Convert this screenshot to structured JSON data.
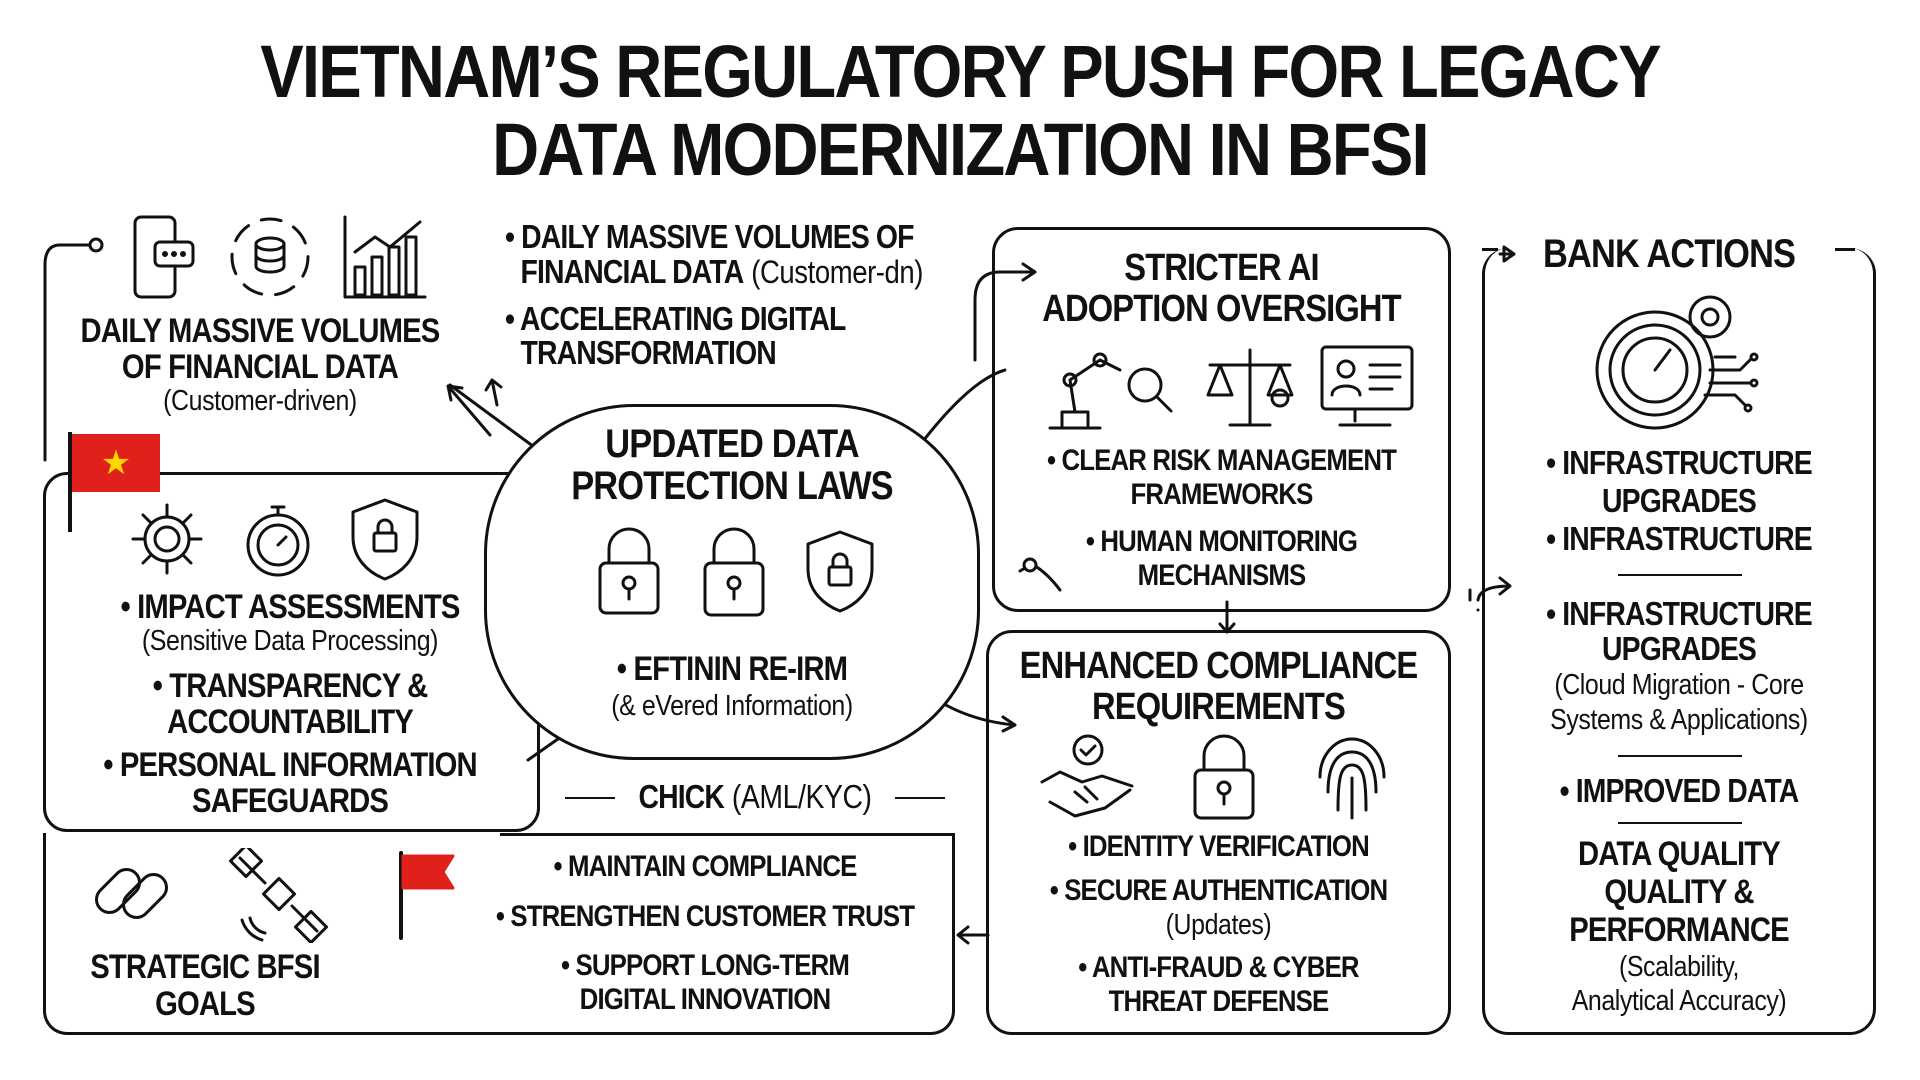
{
  "title": {
    "line1": "VIETNAM’S REGULATORY PUSH FOR LEGACY",
    "line2": "DATA MODERNIZATION IN BFSI"
  },
  "top_left": {
    "h1": "DAILY MASSIVE VOLUMES",
    "h2": "OF FINANCIAL DATA",
    "sub": "(Customer-driven)",
    "icons": [
      "smartphone-chat-icon",
      "database-cycle-icon",
      "bar-chart-icon"
    ]
  },
  "top_center": {
    "b1a": "• DAILY MASSIVE VOLUMES OF",
    "b1b": "FINANCIAL DATA",
    "b1c": "(Customer-dn)",
    "b2a": "• ACCELERATING DIGITAL",
    "b2b": "TRANSFORMATION"
  },
  "left_panel": {
    "icons": [
      "virus-icon",
      "stopwatch-icon",
      "shield-lock-icon"
    ],
    "b1": "• IMPACT ASSESSMENTS",
    "b1sub": "(Sensitive Data Processing)",
    "b2a": "• TRANSPARENCY &",
    "b2b": "ACCOUNTABILITY",
    "b3a": "• PERSONAL INFORMATION",
    "b3b": "SAFEGUARDS",
    "flag_color": "#e0201b",
    "star_color": "#ffd700"
  },
  "center": {
    "h1": "UPDATED DATA",
    "h2": "PROTECTION LAWS",
    "icons": [
      "padlock-icon",
      "padlock-icon",
      "shield-lock-icon"
    ],
    "b1": "• EFTININ RE-IRM",
    "b1sub": "(& eVered Information)",
    "chick": "CHICK",
    "chick_sub": "(AML/KYC)"
  },
  "ai": {
    "h1": "STRICTER AI",
    "h2": "ADOPTION OVERSIGHT",
    "icons": [
      "robot-arm-icon",
      "scales-icon",
      "monitor-profile-icon"
    ],
    "b1a": "• CLEAR RISK MANAGEMENT",
    "b1b": "FRAMEWORKS",
    "b2a": "• HUMAN MONITORING",
    "b2b": "MECHANISMS"
  },
  "compliance": {
    "h1": "ENHANCED COMPLIANCE",
    "h2": "REQUIREMENTS",
    "icons": [
      "handshake-check-icon",
      "padlock-icon",
      "fingerprint-icon"
    ],
    "b1": "• IDENTITY VERIFICATION",
    "b2": "• SECURE AUTHENTICATION",
    "b2sub": "(Updates)",
    "b3a": "• ANTI-FRAUD & CYBER",
    "b3b": "THREAT DEFENSE"
  },
  "bank": {
    "h": "BANK ACTIONS",
    "b1a": "• INFRASTRUCTURE",
    "b1b": "UPGRADES",
    "b2": "• INFRASTRUCTURE",
    "b3a": "• INFRASTRUCTURE",
    "b3b": "UPGRADES",
    "b3sub1": "(Cloud Migration - Core",
    "b3sub2": "Systems & Applications)",
    "b4": "• IMPROVED DATA",
    "b5a": "DATA QUALITY",
    "b5b": "QUALITY &",
    "b5c": "PERFORMANCE",
    "b5sub1": "(Scalability,",
    "b5sub2": "Analytical Accuracy)"
  },
  "goals": {
    "h1": "STRATEGIC BFSI",
    "h2": "GOALS",
    "b1": "• MAINTAIN COMPLIANCE",
    "b2": "• STRENGTHEN CUSTOMER TRUST",
    "b3a": "• SUPPORT LONG-TERM",
    "b3b": "DIGITAL INNOVATION",
    "icons": [
      "chain-link-icon",
      "satellite-icon",
      "flag-icon"
    ],
    "flag_color": "#e0201b"
  }
}
